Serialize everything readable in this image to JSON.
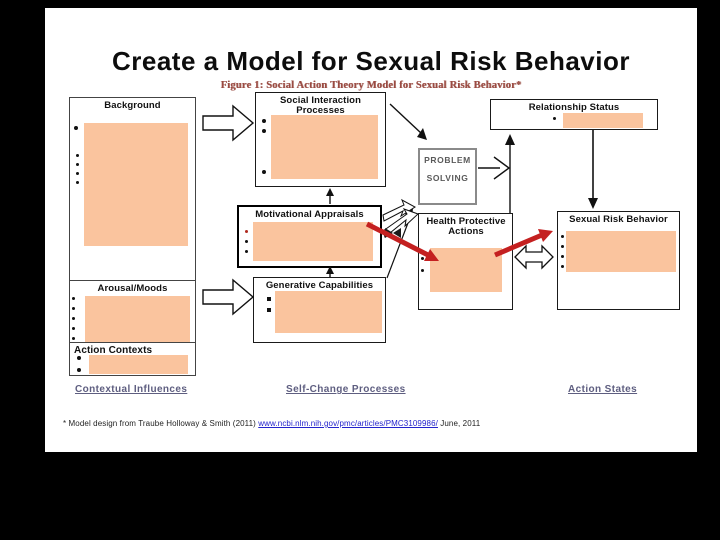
{
  "colors": {
    "peach_fill": "#FAC49E",
    "arrow_red": "#C42020",
    "caption_maroon": "#9B4A42",
    "section_label_purple": "#5E5E80",
    "link_blue": "#2323CC",
    "problem_box_gray": "#5A5A5A"
  },
  "slide": {
    "title": "Create a Model for Sexual Risk Behavior",
    "figure_caption": "Figure 1: Social Action Theory Model for Sexual Risk Behavior*"
  },
  "diagram": {
    "background": {
      "title": "Background"
    },
    "social_interaction": {
      "title": "Social Interaction Processes"
    },
    "relationship_status": {
      "title": "Relationship Status"
    },
    "problem_solving": {
      "line1": "PROBLEM",
      "line2": "SOLVING"
    },
    "motivational_appraisals": {
      "title": "Motivational Appraisals"
    },
    "health_protective": {
      "title": "Health Protective Actions"
    },
    "sexual_risk": {
      "title": "Sexual Risk Behavior"
    },
    "arousal_moods": {
      "title": "Arousal/Moods"
    },
    "action_contexts": {
      "title": "Action Contexts"
    },
    "generative_capabilities": {
      "title": "Generative Capabilities"
    }
  },
  "section_labels": {
    "contextual_influences": "Contextual Influences",
    "self_change_processes": "Self-Change Processes",
    "action_states": "Action States"
  },
  "footnote": {
    "prefix": "* Model design from Traube Holloway & Smith (2011) ",
    "link": "www.ncbi.nlm.nih.gov/pmc/articles/PMC3109986/",
    "suffix": " June, 2011"
  }
}
